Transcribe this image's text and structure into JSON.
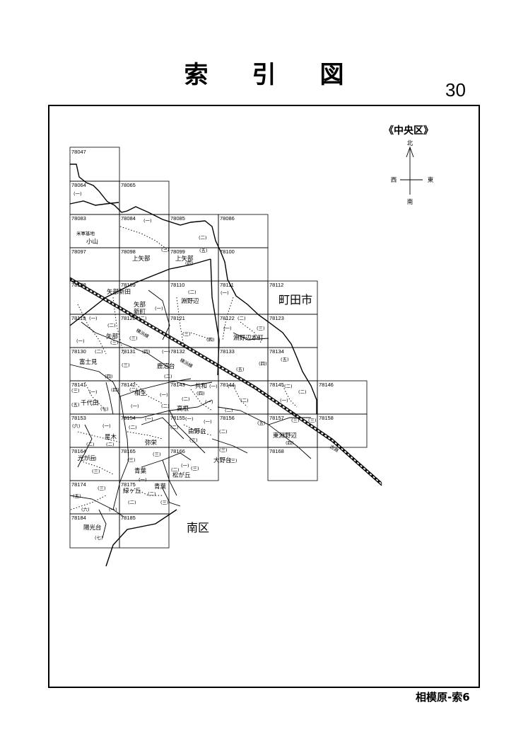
{
  "header": {
    "title": "索引図",
    "page_number": "30"
  },
  "footer": {
    "text": "相模原-索6"
  },
  "section_title": "《中央区》",
  "compass": {
    "north": "北",
    "south": "南",
    "east": "東",
    "west": "西"
  },
  "districts": {
    "machida": "町田市",
    "minami": "南区"
  },
  "grid_ids": [
    "78047",
    "78064",
    "78065",
    "78083",
    "78084",
    "78085",
    "78086",
    "78097",
    "78098",
    "78099",
    "78100",
    "78108",
    "78109",
    "78110",
    "78111",
    "78112",
    "78119",
    "78120",
    "78121",
    "78122",
    "78123",
    "78130",
    "78131",
    "78132",
    "78133",
    "78134",
    "78141",
    "78142",
    "78143",
    "78144",
    "78145",
    "78146",
    "78153",
    "78154",
    "78155",
    "78156",
    "78157",
    "78158",
    "78164",
    "78165",
    "78166",
    "78168",
    "78174",
    "78175",
    "78184",
    "78185"
  ],
  "place_names": [
    "米軍基地",
    "小山",
    "上矢部",
    "上矢部",
    "矢部新田",
    "矢部",
    "新町",
    "淵野辺",
    "淵野辺本町",
    "矢部",
    "富士見",
    "鹿沼台",
    "相生",
    "共和",
    "高根",
    "千代田",
    "星木",
    "弥栄",
    "由野台",
    "東淵野辺",
    "光が丘",
    "青葉",
    "松が丘",
    "緑ヶ丘",
    "青葉",
    "大野台",
    "陽光台"
  ],
  "chome": [
    "(一)",
    "(二)",
    "(三)",
    "(四)",
    "(五)",
    "(六)",
    "(七)"
  ],
  "rail_labels": [
    "横浜線",
    "横浜線",
    "古淵"
  ]
}
